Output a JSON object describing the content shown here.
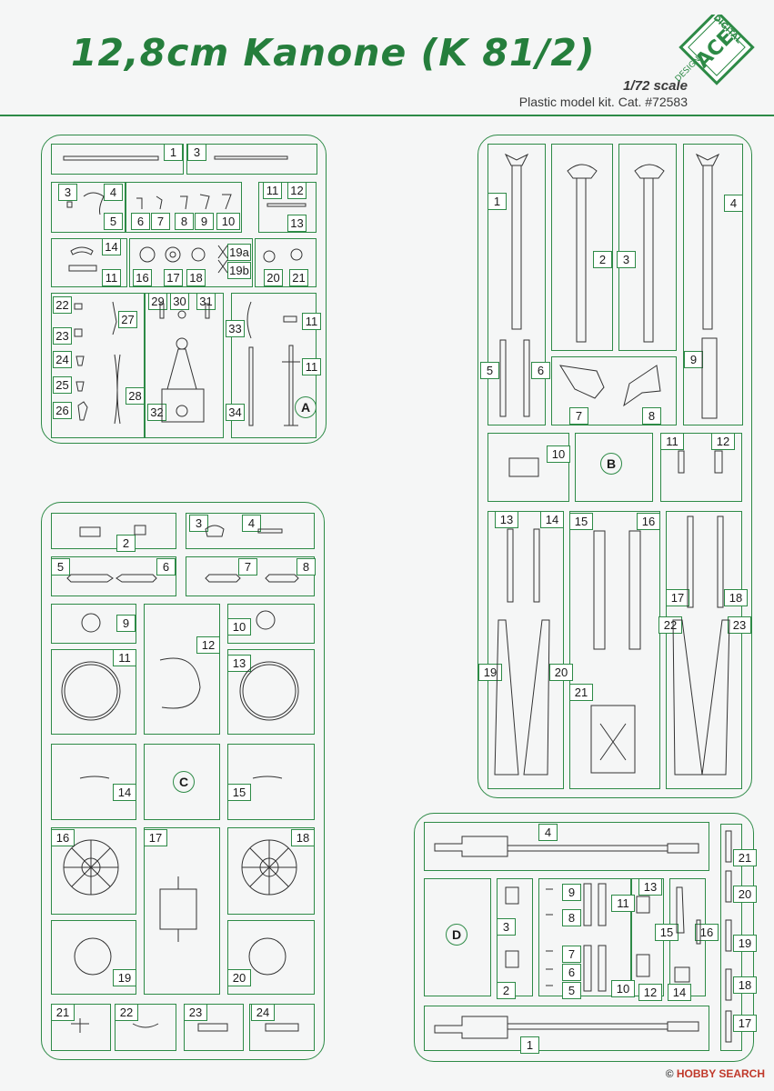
{
  "header": {
    "title": "12,8cm Kanone (K 81/2)",
    "scale": "1/72 scale",
    "catalog": "Plastic model kit. Cat. #72583",
    "logo": {
      "line1": "DIGITAL",
      "line2": "ACE",
      "line3": "DESIGN"
    }
  },
  "sprues": {
    "A": {
      "label": "A",
      "parts": [
        "1",
        "3",
        "3",
        "4",
        "5",
        "6",
        "7",
        "8",
        "9",
        "10",
        "11",
        "12",
        "13",
        "14",
        "11",
        "16",
        "17",
        "18",
        "19a",
        "19b",
        "20",
        "21",
        "22",
        "23",
        "24",
        "25",
        "26",
        "27",
        "28",
        "29",
        "30",
        "31",
        "32",
        "33",
        "34",
        "11",
        "11"
      ]
    },
    "B": {
      "label": "B",
      "parts": [
        "1",
        "2",
        "3",
        "4",
        "5",
        "6",
        "7",
        "8",
        "9",
        "10",
        "11",
        "12",
        "13",
        "14",
        "15",
        "16",
        "17",
        "18",
        "19",
        "20",
        "21",
        "22",
        "23"
      ]
    },
    "C": {
      "label": "C",
      "parts": [
        "2",
        "3",
        "4",
        "5",
        "6",
        "7",
        "8",
        "9",
        "10",
        "11",
        "12",
        "13",
        "14",
        "15",
        "16",
        "17",
        "18",
        "19",
        "20",
        "21",
        "22",
        "23",
        "24"
      ]
    },
    "D": {
      "label": "D",
      "parts": [
        "4",
        "21",
        "3",
        "9",
        "8",
        "11",
        "13",
        "20",
        "15",
        "16",
        "19",
        "7",
        "6",
        "5",
        "10",
        "12",
        "14",
        "18",
        "2",
        "1",
        "17"
      ]
    }
  },
  "footer": {
    "watermark_prefix": "© ",
    "watermark_brand": "HOBBY SEARCH"
  },
  "colors": {
    "outline": "#2d8a46",
    "title": "#257e3c",
    "background": "#f5f6f6"
  }
}
